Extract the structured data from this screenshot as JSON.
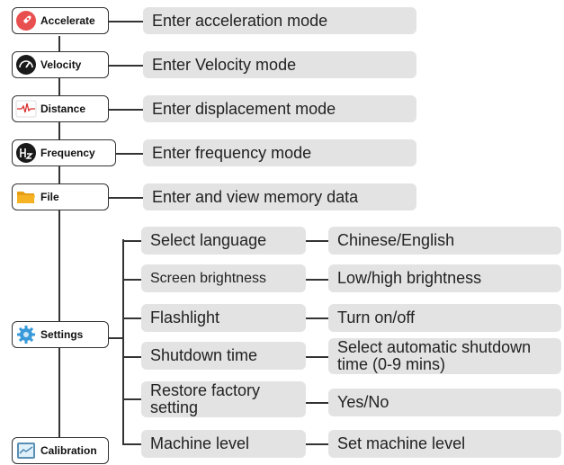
{
  "modes": [
    {
      "label": "Accelerate",
      "icon": "rocket-icon",
      "description": "Enter acceleration mode"
    },
    {
      "label": "Velocity",
      "icon": "speedometer-icon",
      "description": "Enter Velocity mode"
    },
    {
      "label": "Distance",
      "icon": "waveform-icon",
      "description": "Enter displacement mode"
    },
    {
      "label": "Frequency",
      "icon": "hz-icon",
      "description": "Enter frequency mode"
    },
    {
      "label": "File",
      "icon": "folder-icon",
      "description": "Enter and view memory data"
    },
    {
      "label": "Settings",
      "icon": "gear-icon"
    },
    {
      "label": "Calibration",
      "icon": "calibration-icon"
    }
  ],
  "settings": [
    {
      "label": "Select language",
      "value": "Chinese/English"
    },
    {
      "label": "Screen brightness",
      "value": "Low/high brightness"
    },
    {
      "label": "Flashlight",
      "value": "Turn on/off"
    },
    {
      "label": "Shutdown time",
      "value": "Select automatic shutdown time (0-9 mins)"
    },
    {
      "label": "Restore factory setting",
      "value": "Yes/No"
    },
    {
      "label": "Machine level",
      "value": "Set machine level"
    }
  ],
  "colors": {
    "box_fill": "#e3e3e3",
    "border": "#333333",
    "rocket": "#e8504f",
    "folder": "#f5b324",
    "gear": "#3a9ad9",
    "waveform": "#d9302e"
  }
}
